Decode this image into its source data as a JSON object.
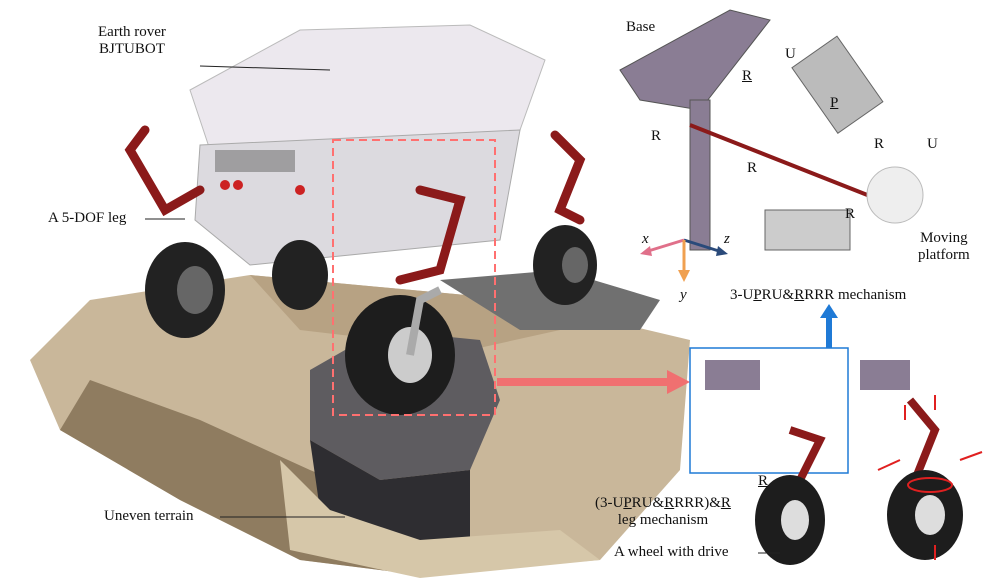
{
  "labels": {
    "rover": [
      "Earth rover",
      "BJTUBOT"
    ],
    "leg": "A 5-DOF leg",
    "terrain": "Uneven terrain",
    "base": "Base",
    "moving_platform": [
      "Moving",
      "platform"
    ],
    "wheel": "A wheel with drive",
    "joints": {
      "R_top": "R",
      "U_top": "U",
      "P": "P",
      "R_left": "R",
      "R_mid": "R",
      "R_right": "R",
      "U_right": "U",
      "R_platform": "R",
      "R_leg": "R"
    },
    "axes": {
      "x": "x",
      "y": "y",
      "z": "z"
    },
    "mechanism": {
      "p1": "3-U",
      "p2": "P",
      "p3": "RU&",
      "p4": "R",
      "p5": "RRR mechanism"
    },
    "leg_mechanism": {
      "p1": "(3-U",
      "p2": "P",
      "p3": "RU&",
      "p4": "R",
      "p5": "RRR)&",
      "p6": "R",
      "line2": "leg mechanism"
    }
  },
  "colors": {
    "leg_red": "#8b1a1a",
    "highlight_box": "#ff7070",
    "detail_box": "#1f7ad6",
    "x_axis": "#e0708a",
    "y_axis": "#f0a050",
    "z_axis": "#2a4a7a"
  }
}
